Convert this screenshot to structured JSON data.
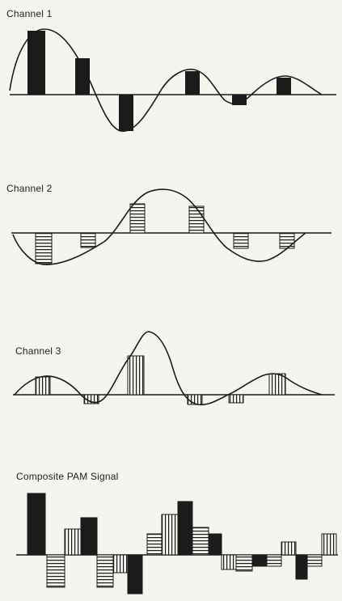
{
  "channels": [
    {
      "label": "Channel 1",
      "fill": "solid"
    },
    {
      "label": "Channel 2",
      "fill": "hstripe"
    },
    {
      "label": "Channel 3",
      "fill": "vstripe"
    }
  ],
  "composite": {
    "label": "Composite PAM Signal"
  },
  "colors": {
    "ink": "#1b1b1b",
    "paper": "#f6f4ef"
  }
}
